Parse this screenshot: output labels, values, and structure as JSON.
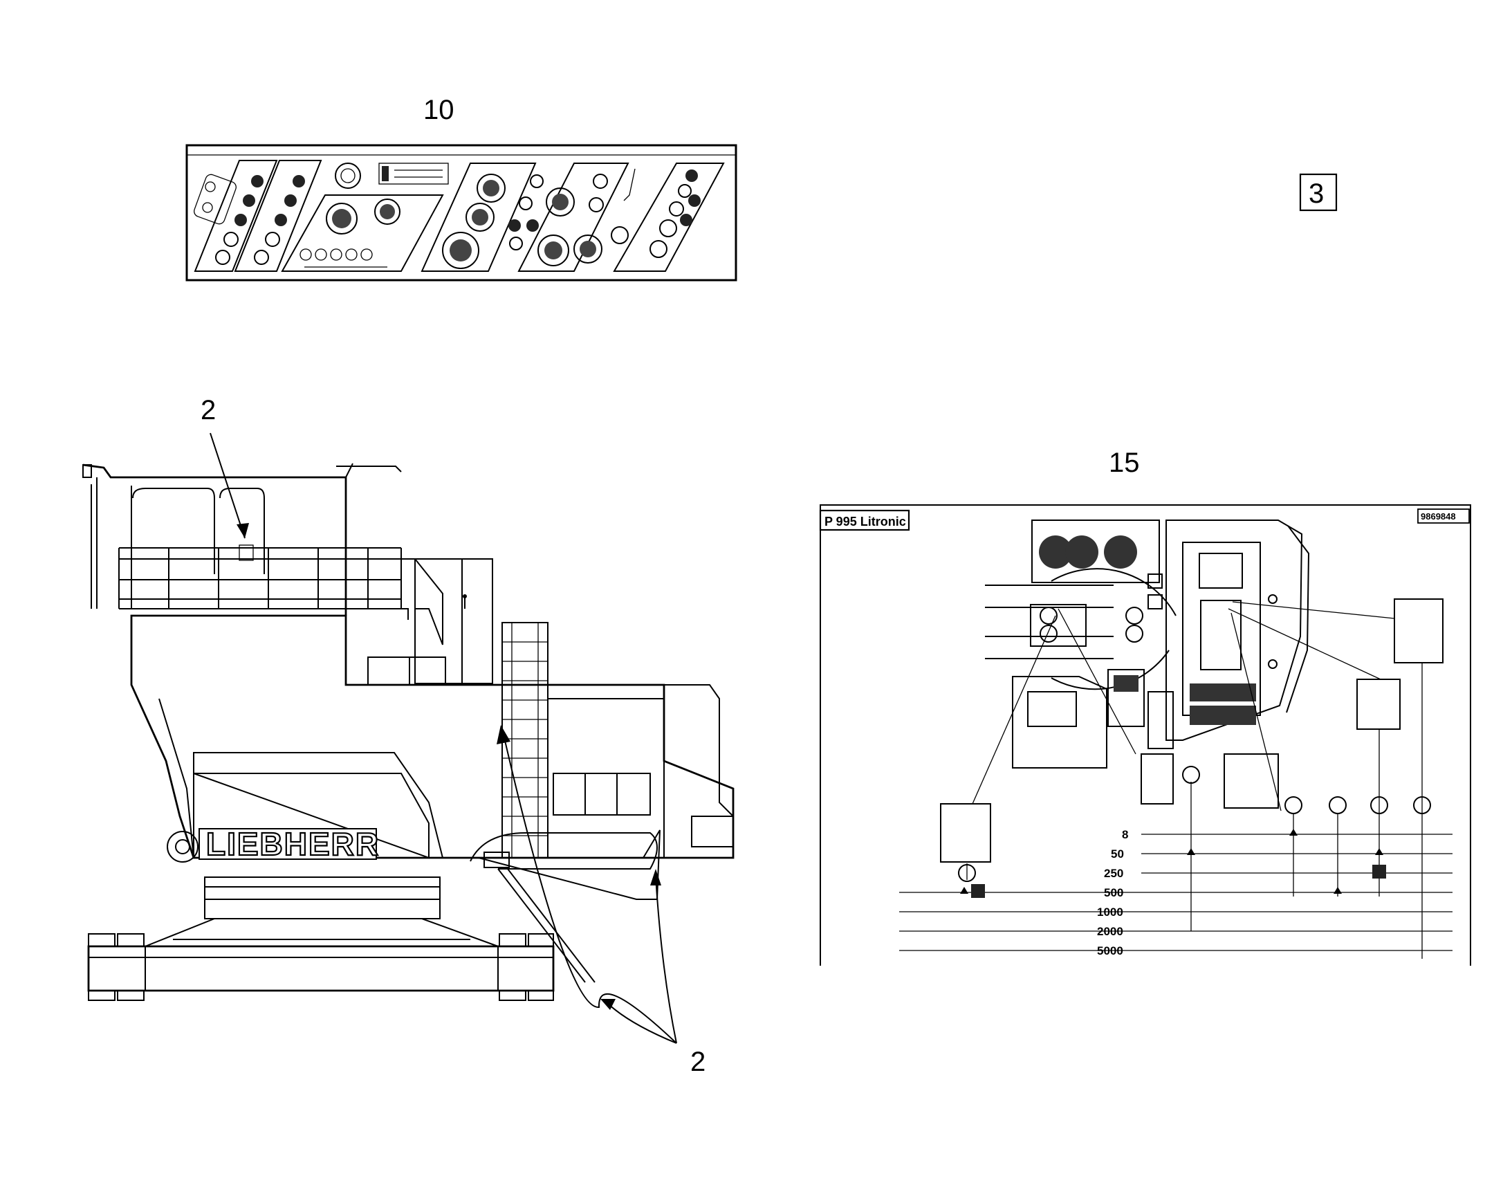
{
  "callouts": {
    "panel": "10",
    "diagram": "15",
    "cab": "2",
    "bottom": "2",
    "boxed": "3"
  },
  "diagram_chart": {
    "model": "P 995 Litronic",
    "code": "9869848"
  },
  "machine": {
    "brand": "LIEBHERR"
  },
  "service_scale": [
    "8",
    "50",
    "250",
    "500",
    "1000",
    "2000",
    "5000"
  ],
  "colors": {
    "ink": "#000000",
    "paper": "#ffffff"
  }
}
